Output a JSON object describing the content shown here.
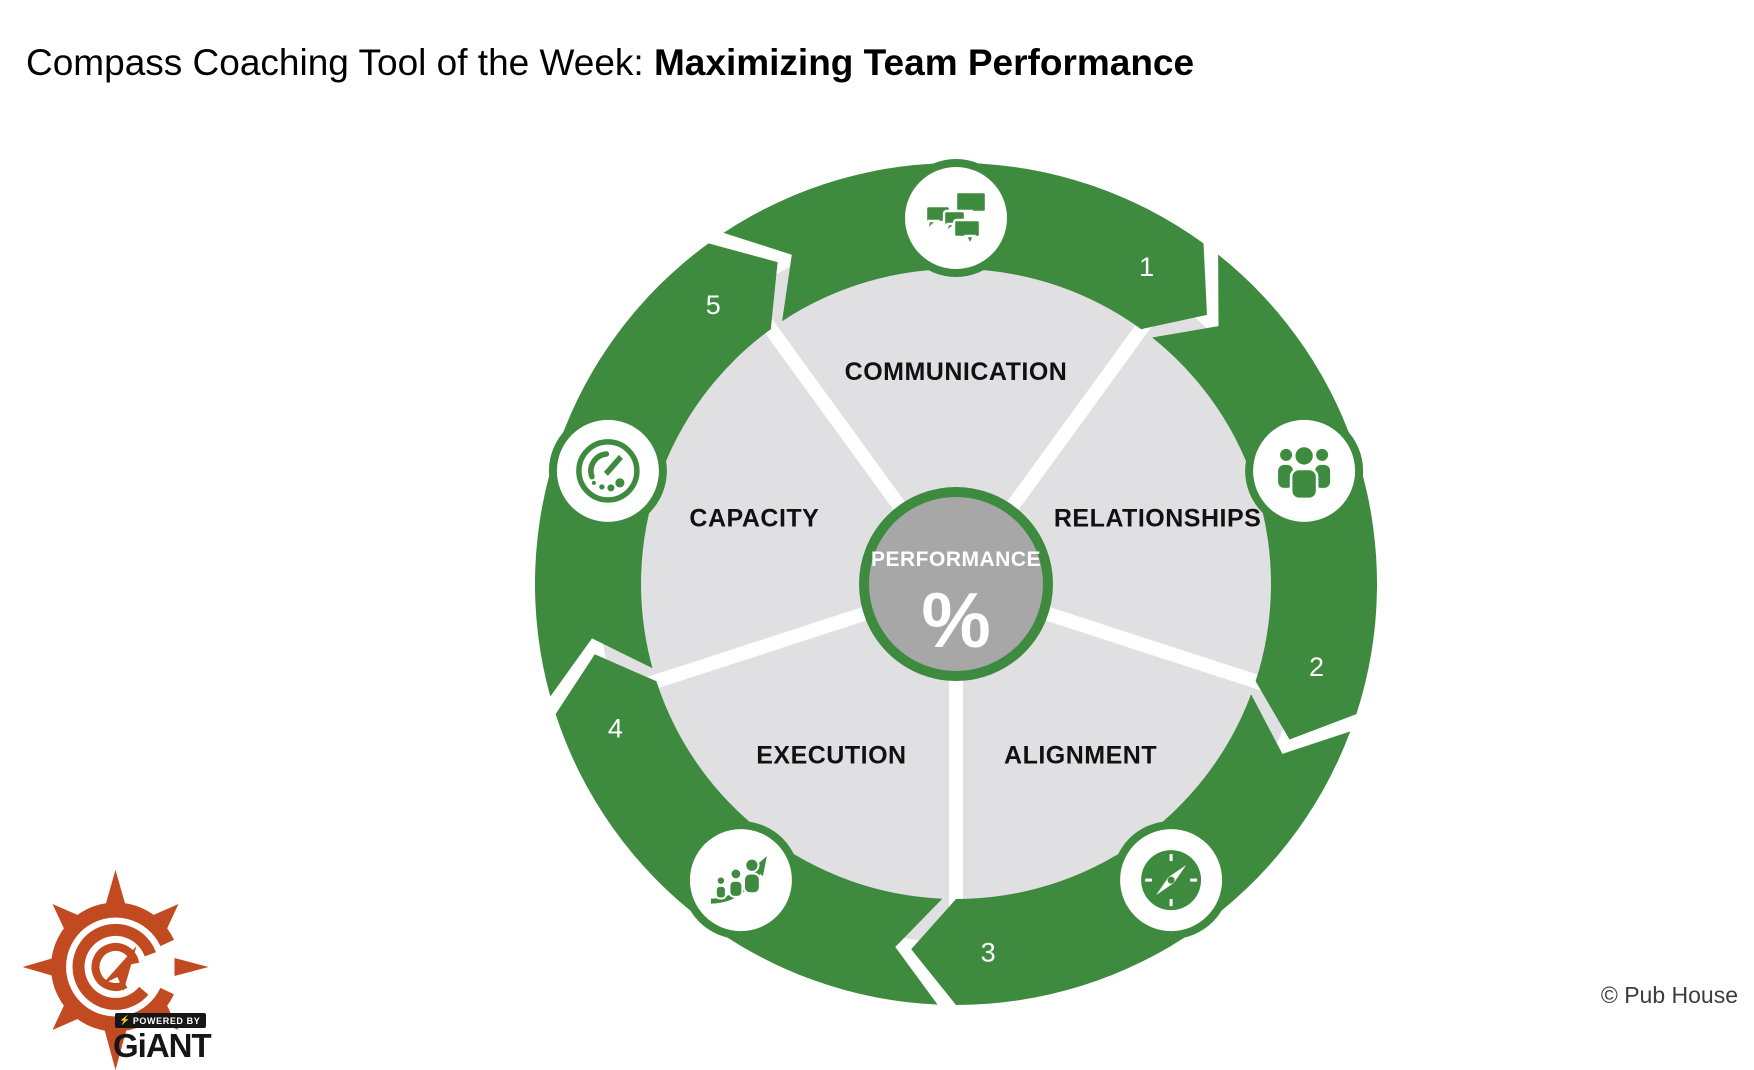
{
  "header": {
    "title_regular": "Compass Coaching Tool of the Week: ",
    "title_bold": "Maximizing Team Performance"
  },
  "wheel": {
    "center": {
      "label": "PERFORMANCE",
      "symbol": "%"
    },
    "colors": {
      "green": "#3e8b3f",
      "sector_gray": "#e0e0e2",
      "center_gray": "#a7a7a7",
      "label_black": "#111111",
      "number_white": "#ffffff"
    },
    "segments": [
      {
        "number": "1",
        "label": "COMMUNICATION",
        "icon": "chat-bubbles-icon",
        "angle": 90
      },
      {
        "number": "2",
        "label": "RELATIONSHIPS",
        "icon": "people-group-icon",
        "angle": 18
      },
      {
        "number": "3",
        "label": "ALIGNMENT",
        "icon": "compass-icon",
        "angle": 306
      },
      {
        "number": "4",
        "label": "EXECUTION",
        "icon": "growth-people-icon",
        "angle": 234
      },
      {
        "number": "5",
        "label": "CAPACITY",
        "icon": "gauge-icon",
        "angle": 162
      }
    ]
  },
  "logo": {
    "bolt": "⚡",
    "powered_by": "POWERED BY",
    "brand": "GiANT",
    "color": "#c14a21"
  },
  "footer": {
    "copyright": "© Pub House"
  }
}
